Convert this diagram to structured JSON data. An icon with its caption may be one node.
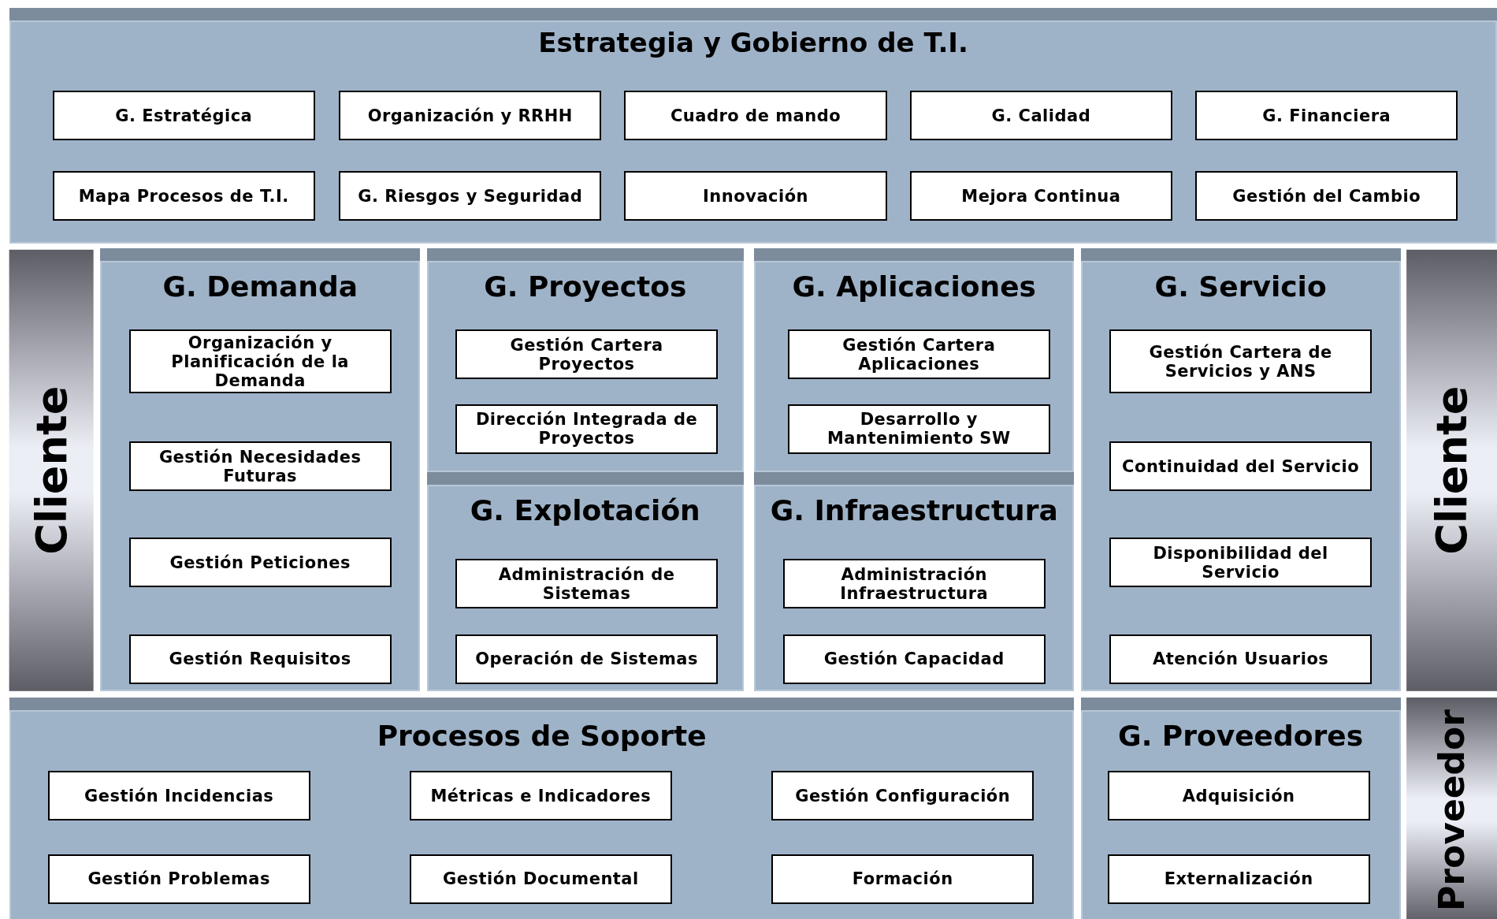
{
  "diagram": {
    "nodes": [
      {
        "text": [
          "Estrategia y Gobierno de T.I."
        ]
      },
      {
        "text": [
          "G. Estratégica"
        ],
        "in": 0
      },
      {
        "text": [
          "Organización y RRHH"
        ],
        "in": 0
      },
      {
        "text": [
          "Cuadro de mando"
        ],
        "in": 0
      },
      {
        "text": [
          "G. Calidad"
        ],
        "in": 0
      },
      {
        "text": [
          "G. Financiera"
        ],
        "in": 0
      },
      {
        "text": [
          "Mapa Procesos de T.I."
        ],
        "in": 0
      },
      {
        "text": [
          "G. Riesgos y Seguridad"
        ],
        "in": 0
      },
      {
        "text": [
          "Innovación"
        ],
        "in": 0
      },
      {
        "text": [
          "Mejora Continua"
        ],
        "in": 0
      },
      {
        "text": [
          "Gestión del Cambio"
        ],
        "in": 0
      },
      {
        "text": [
          "Cliente"
        ]
      },
      {
        "text": [
          "G. Demanda"
        ]
      },
      {
        "text": [
          "Organización  y Planificación de la Demanda"
        ],
        "in": 12
      },
      {
        "text": [
          "Gestión Necesidades Futuras"
        ],
        "in": 12
      },
      {
        "text": [
          "Gestión Peticiones"
        ],
        "in": 12
      },
      {
        "text": [
          "Gestión Requisitos"
        ],
        "in": 12
      },
      {
        "text": [
          "G. Proyectos"
        ]
      },
      {
        "text": [
          "Gestión Cartera Proyectos"
        ],
        "in": 17
      },
      {
        "text": [
          "Dirección Integrada de Proyectos"
        ],
        "in": 17
      },
      {
        "text": [
          "G. Aplicaciones"
        ]
      },
      {
        "text": [
          "Gestión Cartera Aplicaciones"
        ],
        "in": 20
      },
      {
        "text": [
          "Desarrollo y Mantenimiento SW"
        ],
        "in": 20
      },
      {
        "text": [
          "G. Servicio"
        ]
      },
      {
        "text": [
          "Gestión Cartera de Servicios y ANS"
        ],
        "in": 23
      },
      {
        "text": [
          "Continuidad del Servicio"
        ],
        "in": 23
      },
      {
        "text": [
          "Disponibilidad del Servicio"
        ],
        "in": 23
      },
      {
        "text": [
          "Atención Usuarios"
        ],
        "in": 23
      },
      {
        "text": [
          "G. Explotación"
        ]
      },
      {
        "text": [
          "Administración de Sistemas"
        ],
        "in": 28
      },
      {
        "text": [
          "Operación de Sistemas"
        ],
        "in": 28
      },
      {
        "text": [
          "G. Infraestructura"
        ]
      },
      {
        "text": [
          "Administración Infraestructura"
        ],
        "in": 31
      },
      {
        "text": [
          "Gestión Capacidad"
        ],
        "in": 31
      },
      {
        "text": [
          "Cliente"
        ]
      },
      {
        "text": [
          "Procesos de Soporte"
        ]
      },
      {
        "text": [
          "Gestión Incidencias"
        ],
        "in": 35
      },
      {
        "text": [
          "Métricas e Indicadores"
        ],
        "in": 35
      },
      {
        "text": [
          "Gestión Configuración"
        ],
        "in": 35
      },
      {
        "text": [
          "Gestión Problemas"
        ],
        "in": 35
      },
      {
        "text": [
          "Gestión Documental"
        ],
        "in": 35
      },
      {
        "text": [
          "Formación"
        ],
        "in": 35
      },
      {
        "text": [
          "G. Proveedores"
        ]
      },
      {
        "text": [
          "Adquisición"
        ],
        "in": 42
      },
      {
        "text": [
          "Externalización"
        ],
        "in": 42
      },
      {
        "text": [
          "Proveedor"
        ]
      }
    ],
    "edges": []
  }
}
